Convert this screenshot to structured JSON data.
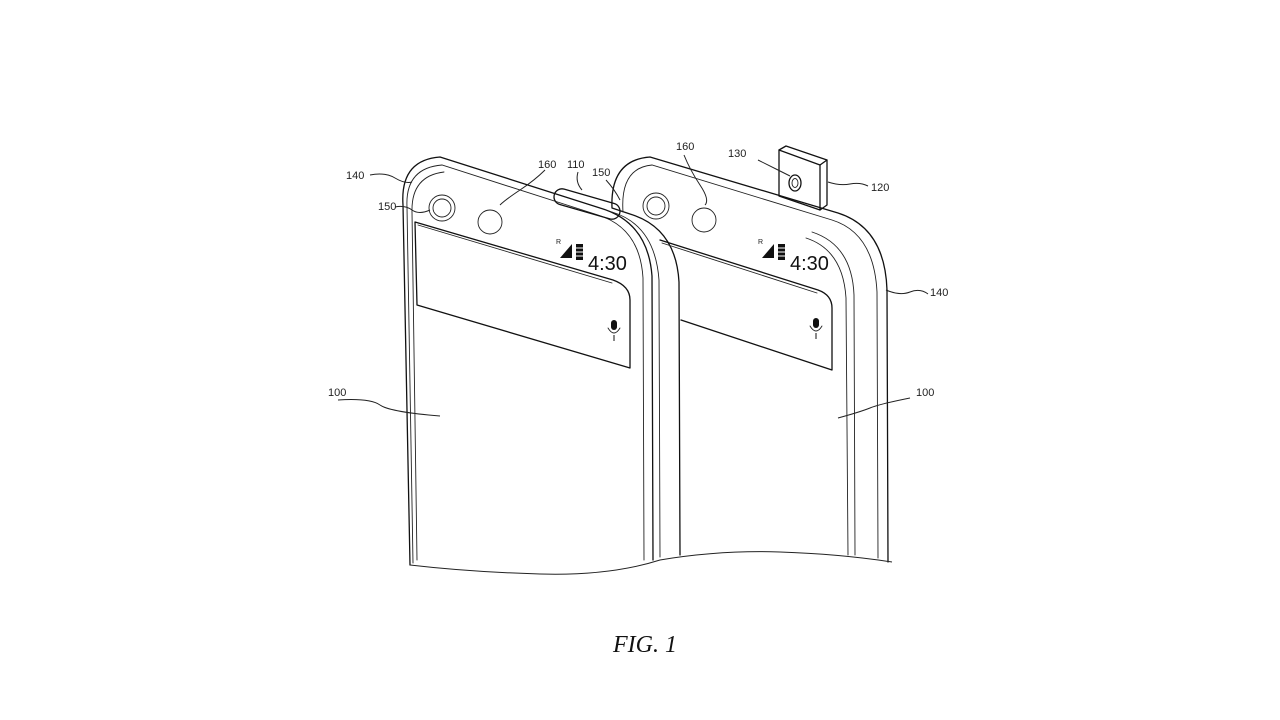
{
  "figure_caption": "FIG. 1",
  "reference_labels": {
    "left_body": "100",
    "right_body": "100",
    "left_frame": "140",
    "right_frame": "140",
    "left_sensor": "150",
    "right_sensor": "150",
    "left_speaker": "160",
    "right_speaker": "160",
    "notch": "110",
    "popup_module": "120",
    "popup_camera": "130"
  },
  "status_bar": {
    "left_time": "4:30",
    "right_time": "4:30"
  },
  "icons": [
    "signal-icon",
    "battery-icon",
    "microphone-icon",
    "camera-lens-icon"
  ]
}
